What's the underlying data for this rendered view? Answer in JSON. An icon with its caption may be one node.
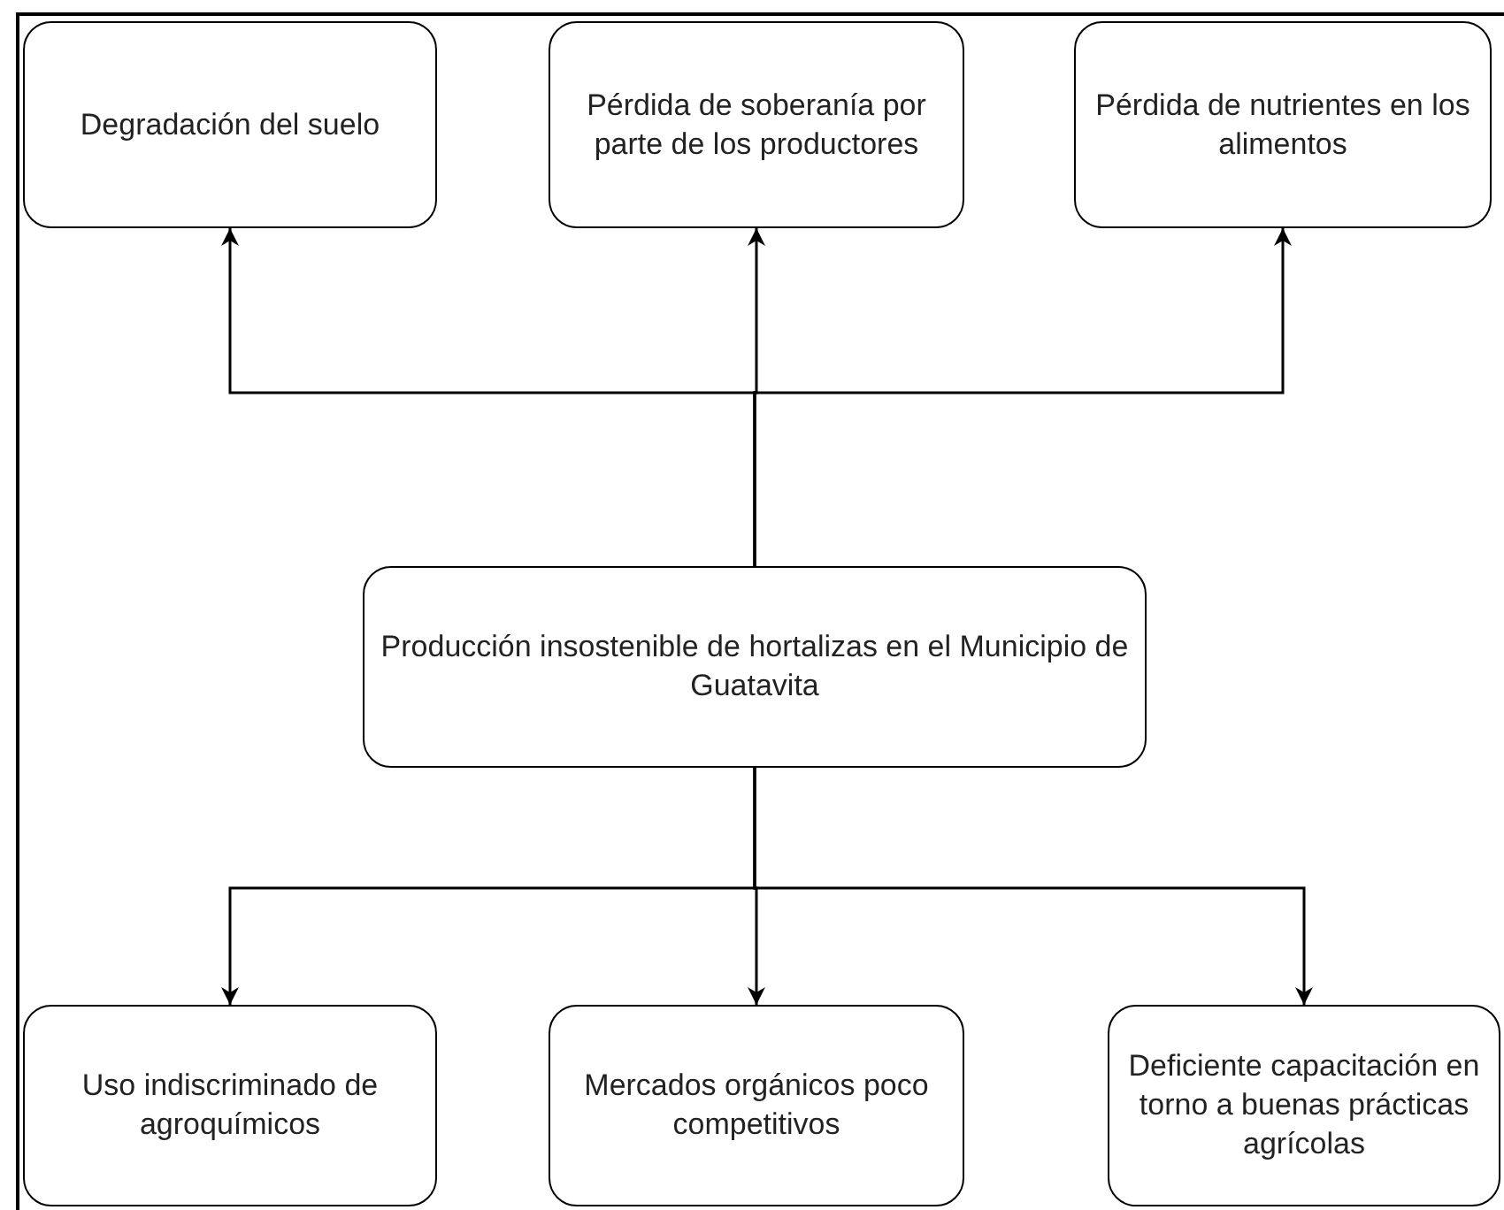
{
  "diagram": {
    "nodes": [
      {
        "text": [
          "Degradación del suelo"
        ]
      },
      {
        "text": [
          "Pérdida de soberanía por parte de los productores"
        ]
      },
      {
        "text": [
          "Pérdida de nutrientes en los alimentos"
        ]
      },
      {
        "text": [
          "Producción insostenible de hortalizas en el Municipio de Guatavita"
        ]
      },
      {
        "text": [
          "Uso indiscriminado de agroquímicos"
        ]
      },
      {
        "text": [
          "Mercados orgánicos poco competitivos"
        ]
      },
      {
        "text": [
          "Deficiente capacitación en torno a buenas prácticas agrícolas"
        ]
      }
    ],
    "edges": [
      {
        "from": 3,
        "to": 0,
        "arrow": "to"
      },
      {
        "from": 3,
        "to": 1,
        "arrow": "to"
      },
      {
        "from": 3,
        "to": 2,
        "arrow": "to"
      },
      {
        "from": 3,
        "to": 4,
        "arrow": "to"
      },
      {
        "from": 3,
        "to": 5,
        "arrow": "to"
      },
      {
        "from": 3,
        "to": 6,
        "arrow": "to"
      }
    ]
  }
}
